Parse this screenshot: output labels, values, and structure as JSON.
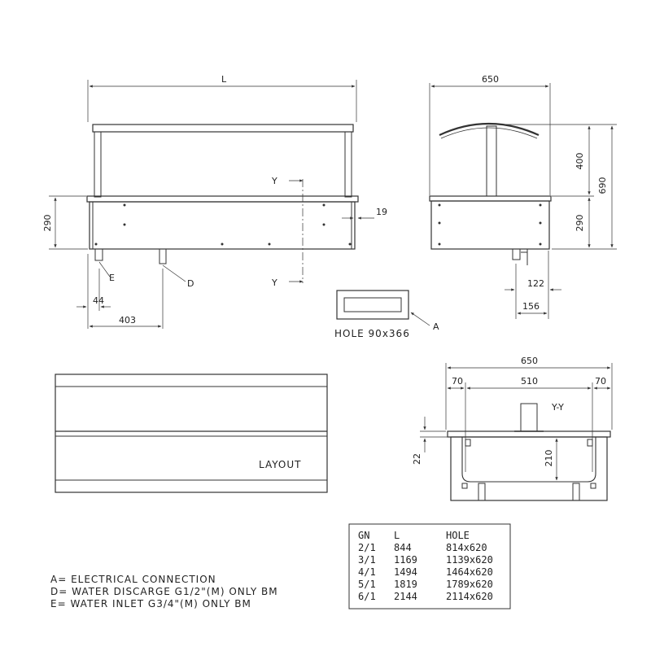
{
  "front_view": {
    "length_label": "L",
    "height_label": "290",
    "offset_19": "19",
    "dim_44": "44",
    "dim_403": "403",
    "section_mark_top": "Y",
    "section_mark_bottom": "Y",
    "callout_e": "E",
    "callout_d": "D"
  },
  "side_view": {
    "width_label": "650",
    "upper_height": "400",
    "lower_height": "290",
    "total_height": "690",
    "dim_122": "122",
    "dim_156": "156"
  },
  "hole_detail": {
    "label": "HOLE 90x366",
    "callout": "A"
  },
  "layout_view": {
    "label": "LAYOUT"
  },
  "section_view": {
    "title": "Y-Y",
    "overall_width": "650",
    "left_margin": "70",
    "inner_width": "510",
    "right_margin": "70",
    "depth": "210",
    "rim": "22"
  },
  "legend": {
    "lines": [
      "A= ELECTRICAL CONNECTION",
      "D= WATER DISCARGE G1/2\"(M) ONLY BM",
      "E= WATER INLET G3/4\"(M) ONLY BM"
    ]
  },
  "size_table": {
    "headers": [
      "GN",
      "L",
      "HOLE"
    ],
    "rows": [
      [
        "2/1",
        "844",
        "814x620"
      ],
      [
        "3/1",
        "1169",
        "1139x620"
      ],
      [
        "4/1",
        "1494",
        "1464x620"
      ],
      [
        "5/1",
        "1819",
        "1789x620"
      ],
      [
        "6/1",
        "2144",
        "2114x620"
      ]
    ]
  }
}
